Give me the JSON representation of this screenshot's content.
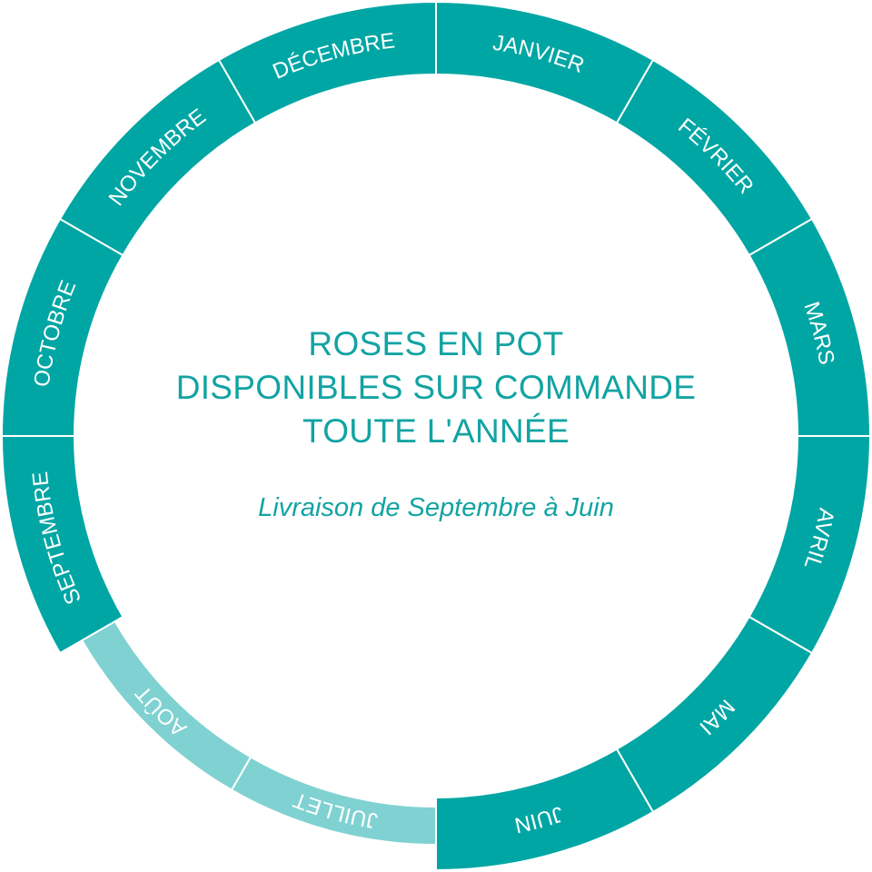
{
  "wheel": {
    "months": [
      {
        "label": "JANVIER",
        "available": true
      },
      {
        "label": "FÉVRIER",
        "available": true
      },
      {
        "label": "MARS",
        "available": true
      },
      {
        "label": "AVRIL",
        "available": true
      },
      {
        "label": "MAI",
        "available": true
      },
      {
        "label": "JUIN",
        "available": true
      },
      {
        "label": "JUILLET",
        "available": false
      },
      {
        "label": "AOÛT",
        "available": false
      },
      {
        "label": "SEPTEMBRE",
        "available": true
      },
      {
        "label": "OCTOBRE",
        "available": true
      },
      {
        "label": "NOVEMBRE",
        "available": true
      },
      {
        "label": "DÉCEMBRE",
        "available": true
      }
    ]
  },
  "center": {
    "title_lines": [
      "ROSES EN POT",
      "DISPONIBLES SUR COMMANDE",
      "TOUTE L'ANNÉE"
    ],
    "subtitle": "Livraison de Septembre à Juin"
  },
  "colors": {
    "available": "#00a6a4",
    "unavailable": "#7fd2d1",
    "text": "#13a3a3",
    "divider": "#ffffff"
  }
}
